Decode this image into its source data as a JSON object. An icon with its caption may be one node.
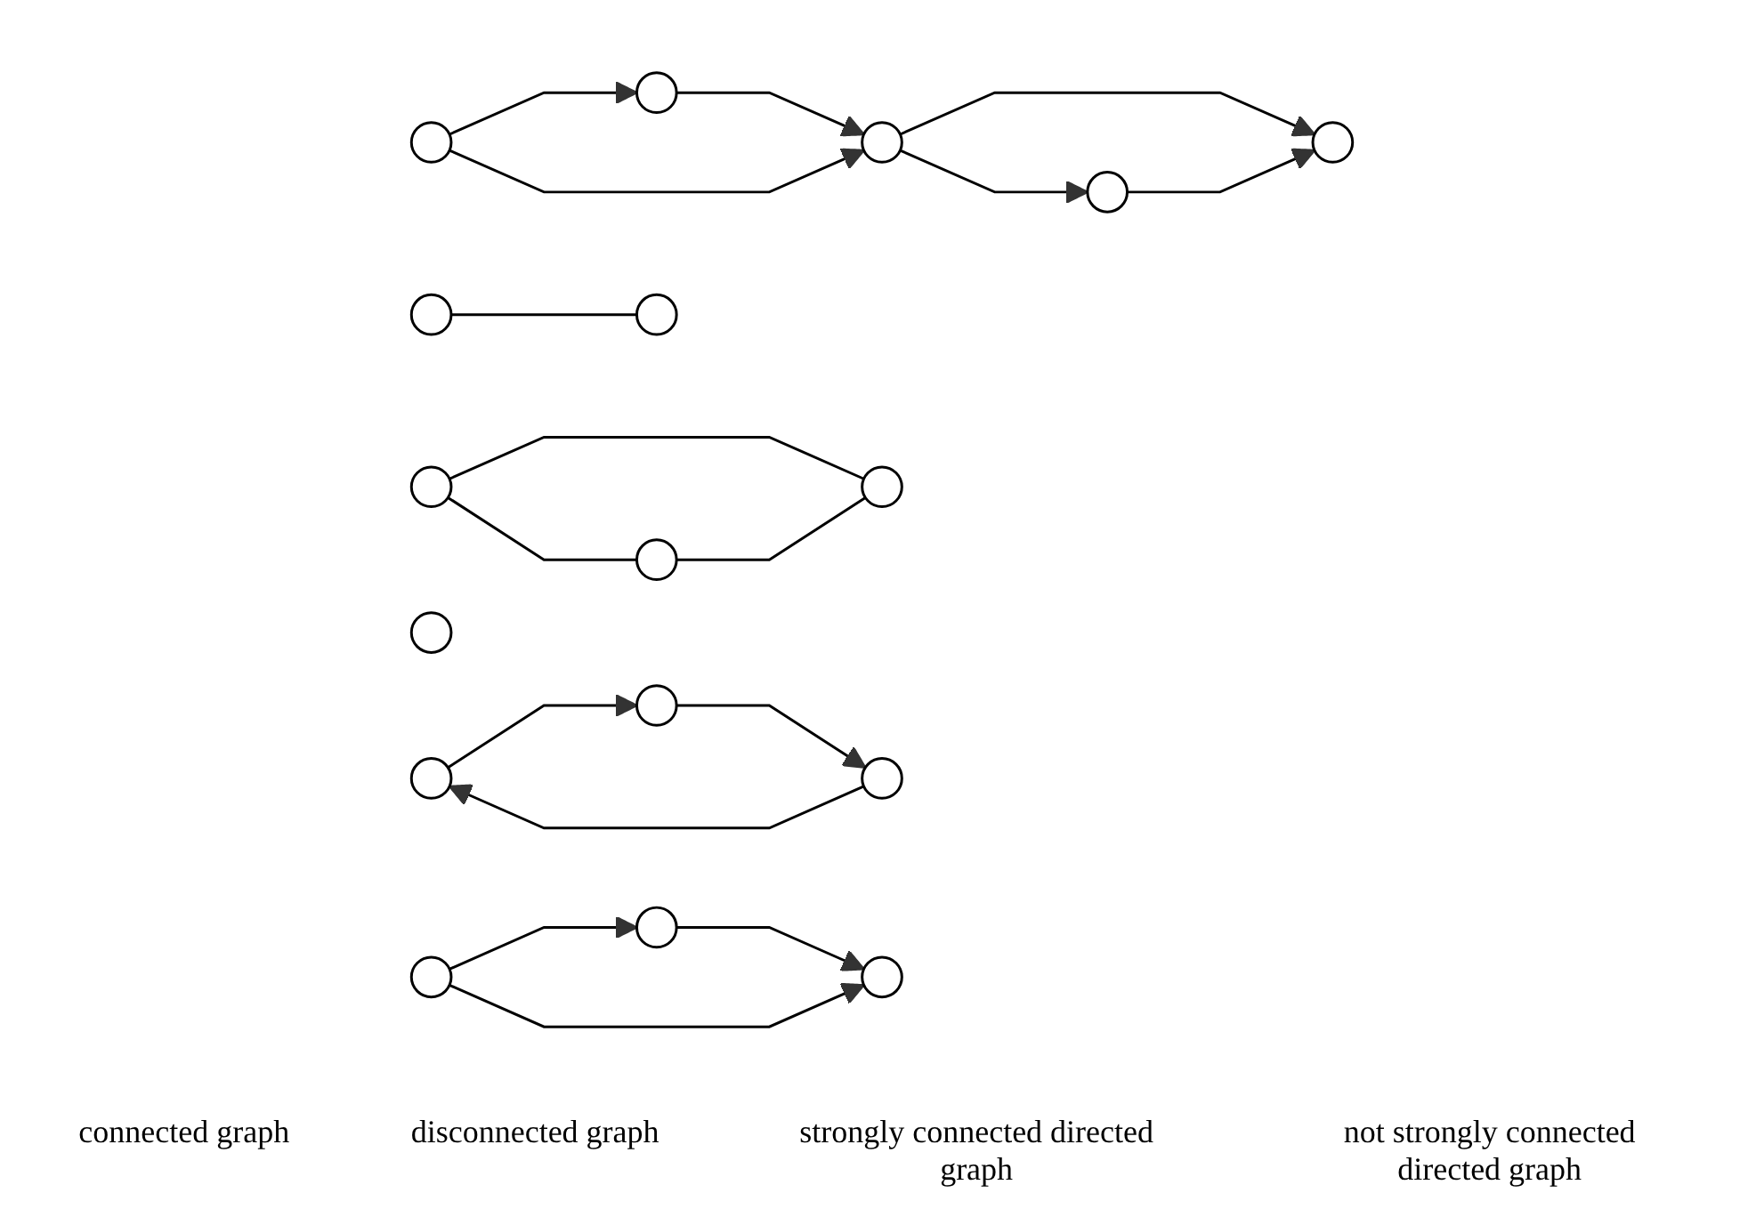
{
  "diagram": {
    "nodes": [
      {
        "text": [],
        "shape": "circle"
      },
      {
        "text": [],
        "shape": "circle"
      },
      {
        "text": [],
        "shape": "circle"
      },
      {
        "text": [],
        "shape": "circle"
      },
      {
        "text": [],
        "shape": "circle"
      },
      {
        "text": [],
        "shape": "circle"
      },
      {
        "text": [],
        "shape": "circle"
      },
      {
        "text": [],
        "shape": "circle"
      },
      {
        "text": [],
        "shape": "circle"
      },
      {
        "text": [],
        "shape": "circle"
      },
      {
        "text": [],
        "shape": "circle"
      },
      {
        "text": [],
        "shape": "circle"
      },
      {
        "text": [],
        "shape": "circle"
      },
      {
        "text": [],
        "shape": "circle"
      },
      {
        "text": [],
        "shape": "circle"
      },
      {
        "text": [],
        "shape": "circle"
      },
      {
        "text": [],
        "shape": "circle"
      }
    ],
    "edges": [
      {
        "from": 1,
        "to": 0,
        "arrow": "to"
      },
      {
        "from": 0,
        "to": 2,
        "arrow": "to"
      },
      {
        "from": 1,
        "to": 2,
        "arrow": "to"
      },
      {
        "from": 2,
        "to": 3,
        "arrow": "to"
      },
      {
        "from": 2,
        "to": 4,
        "arrow": "to"
      },
      {
        "from": 3,
        "to": 4,
        "arrow": "to"
      },
      {
        "from": 5,
        "to": 6,
        "arrow": "none"
      },
      {
        "from": 5,
        "to": 7,
        "arrow": "none"
      },
      {
        "from": 6,
        "to": 7,
        "arrow": "none"
      },
      {
        "from": 8,
        "to": 9,
        "arrow": "none"
      },
      {
        "from": 11,
        "to": 12,
        "arrow": "to"
      },
      {
        "from": 12,
        "to": 13,
        "arrow": "to"
      },
      {
        "from": 13,
        "to": 11,
        "arrow": "to"
      },
      {
        "from": 14,
        "to": 15,
        "arrow": "to"
      },
      {
        "from": 16,
        "to": 14,
        "arrow": "to"
      },
      {
        "from": 16,
        "to": 15,
        "arrow": "to"
      }
    ],
    "labels": [
      "connected graph",
      "disconnected graph",
      "strongly connected directed graph",
      "not strongly connected directed graph"
    ]
  }
}
